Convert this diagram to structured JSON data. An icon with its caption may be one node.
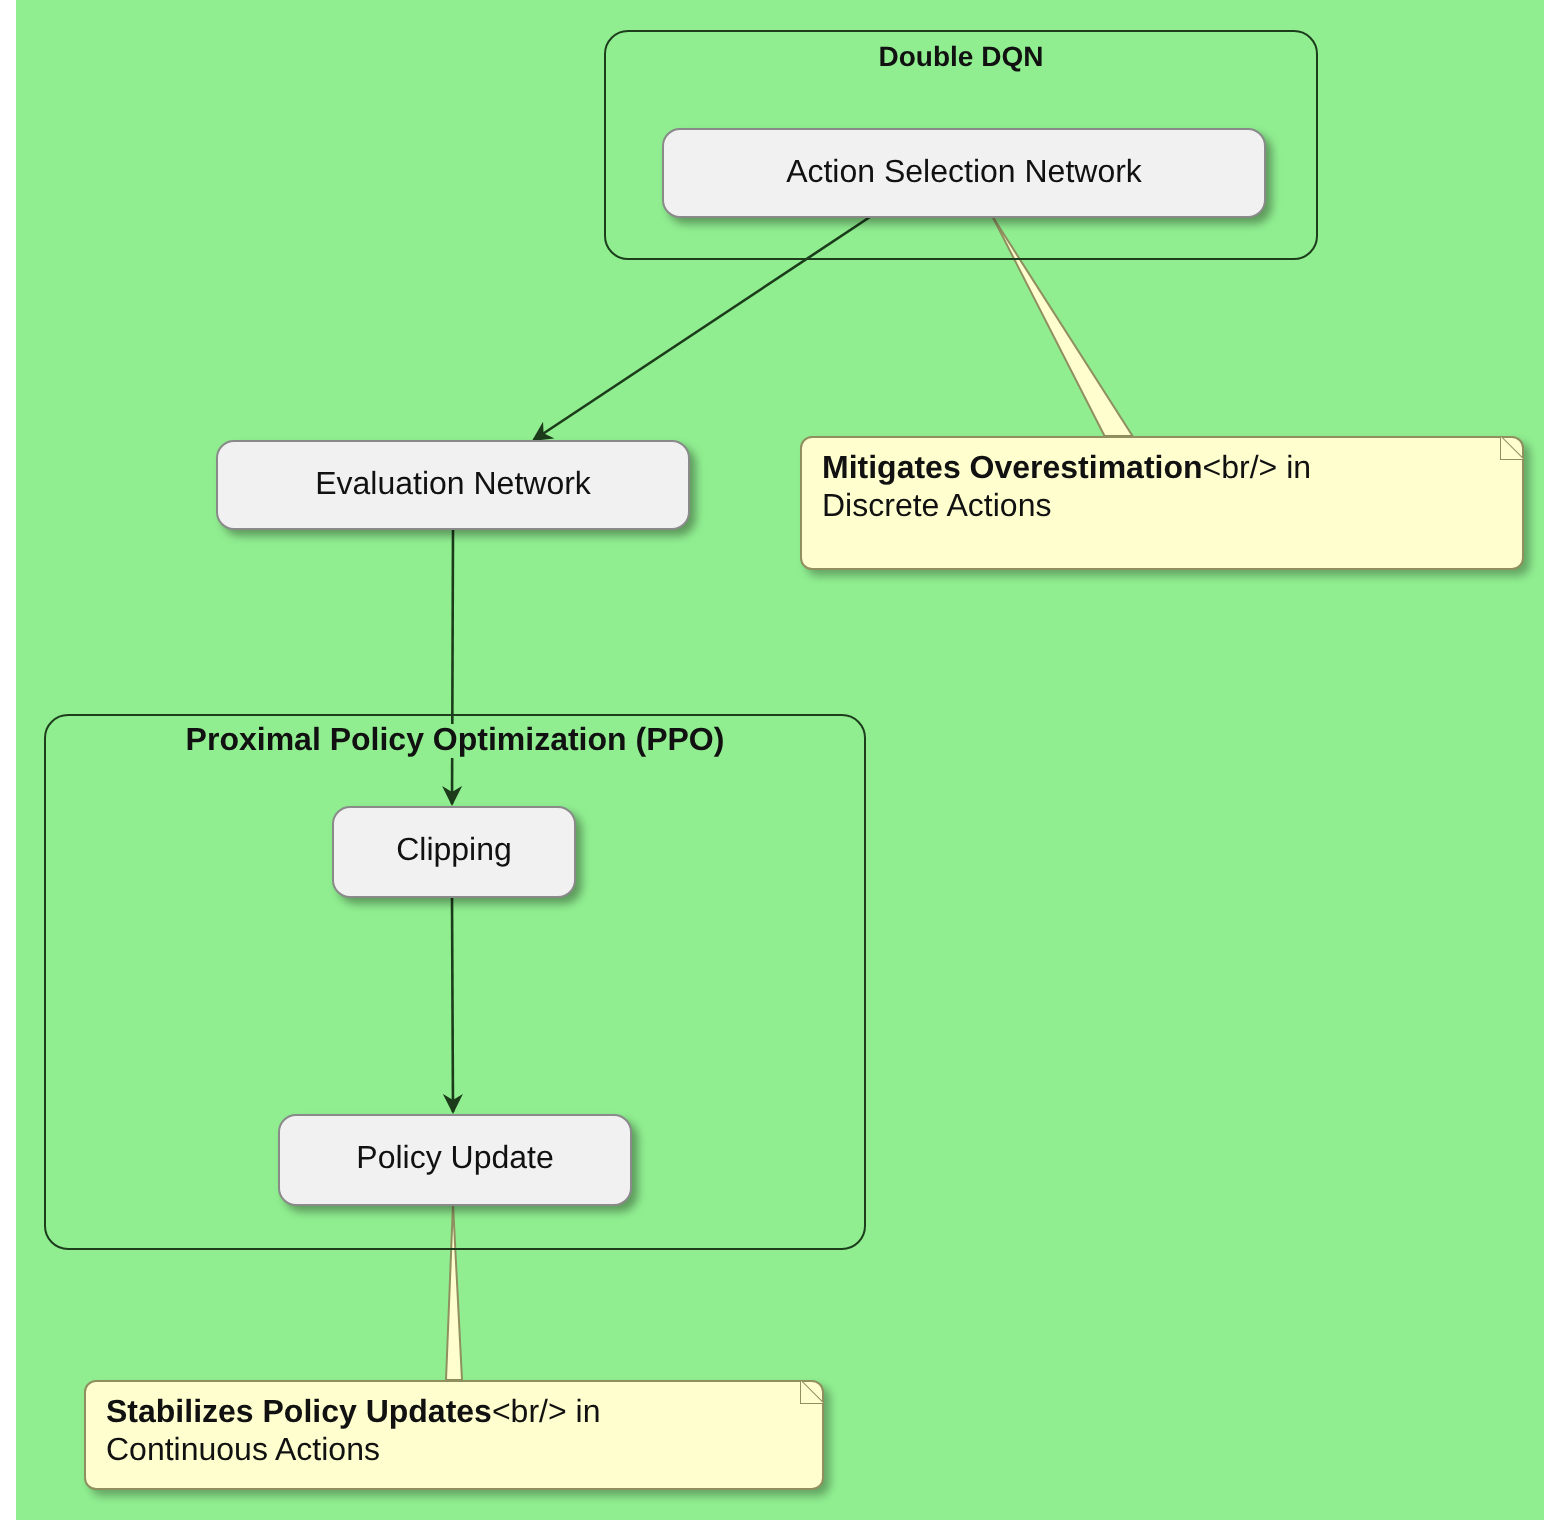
{
  "diagram": {
    "nodes": [
      {
        "text": [
          "Double DQN"
        ]
      },
      {
        "text": [
          "Action Selection Network"
        ],
        "in": 0
      },
      {
        "text": [
          "**Mitigates Overestimation**<br/> in Discrete Actions"
        ]
      },
      {
        "text": [
          "Evaluation Network"
        ]
      },
      {
        "text": [
          "Proximal Policy Optimization (PPO)"
        ]
      },
      {
        "text": [
          "Clipping"
        ],
        "in": 4
      },
      {
        "text": [
          "Policy Update"
        ],
        "in": 4
      },
      {
        "text": [
          "**Stabilizes Policy Updates**<br/> in Continuous Actions"
        ]
      }
    ],
    "edges": [
      {
        "from": 1,
        "to": 3,
        "arrow": "to"
      },
      {
        "from": 3,
        "to": 5,
        "arrow": "to"
      },
      {
        "from": 5,
        "to": 6,
        "arrow": "to"
      },
      {
        "from": 2,
        "to": 1,
        "arrow": "none"
      },
      {
        "from": 7,
        "to": 6,
        "arrow": "none"
      }
    ]
  }
}
